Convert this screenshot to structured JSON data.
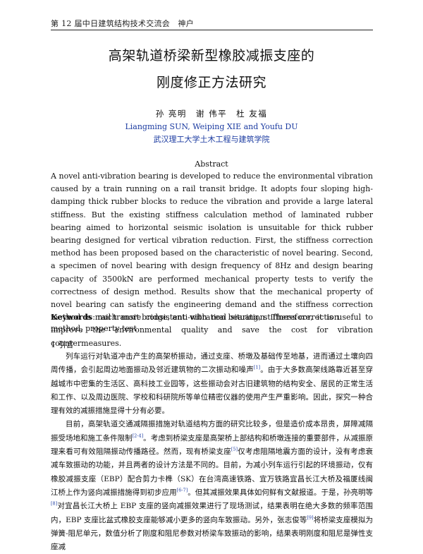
{
  "header": {
    "text": "第 12 届中日建筑结构技术交流会　神户"
  },
  "title": {
    "line1": "高架轨道桥梁新型橡胶减振支座的",
    "line2": "刚度修正方法研究"
  },
  "authors": {
    "chinese": "孙 亮明　谢 伟平　杜 友福",
    "english": "Liangming SUN, Weiping XIE and Youfu DU",
    "affiliation": "武汉理工大学土木工程与建筑学院"
  },
  "abstract": {
    "heading": "Abstract",
    "text": "A novel anti-vibration bearing is developed to reduce the environmental vibration caused by a train running on a rail transit bridge. It adopts four sloping high-damping thick rubber blocks to reduce the vibration and provide a large lateral stiffness. But the existing stiffness calculation method of laminated rubber bearing aimed to horizontal seismic isolation is unsuitable for thick rubber bearing designed for vertical vibration reduction. First, the stiffness correction method has been proposed based on the characteristic of novel bearing. Second, a specimen of novel bearing with design frequency of 8Hz and design bearing capacity of 3500kN are performed mechanical property tests to verify the correctness of design method. Results show that the mechanical property of novel bearing can satisfy the engineering demand and the stiffness correction method is much more consistent with real situation. Therefore, it is useful to improve the environmental quality and save the cost for vibration countermeasures."
  },
  "keywords": {
    "label": "Keywords",
    "text": ": rail transit bridge, anti-vibration bearing, stiffness correction method, property test"
  },
  "section1": {
    "title": "1 引言",
    "p1": {
      "a": "列车运行对轨道冲击产生的高架桥振动，通过支座、桥墩及基础传至地基，进而通过土壤向四周传播，会引起周边地面振动及邻近建筑物的二次振动和噪声",
      "c1": "[1]",
      "b": "。由于大多数高架线路靠近甚至穿越城市中密集的生活区、高科技工业园等，这些振动会对古旧建筑物的结构安全、居民的正常生活和工作、以及周边医院、学校和科研院所等单位精密仪器的使用产生严重影响。因此，探究一种合理有效的减振措施显得十分有必要。"
    },
    "p2": {
      "a": "目前，高架轨道交通减隔振措施对轨道结构方面的研究比较多，但是造价成本昂贵，屏障减隔振受场地和施工条件限制",
      "c1": "[2-4]",
      "b": "。考虑到桥梁支座是高架桥上部结构和桥墩连接的重要部件，从减振原理来看可有效阻隔振动传播路径。然而，现有桥梁支座",
      "c2": "[5]",
      "c": "仅考虑阻隔地震方面的设计，没有考虑衰减车致振动的功能，并且两者的设计方法是不同的。目前，为减小列车运行引起的环境振动，仅有橡胶减振支座（EBP）配合剪力卡榫（SK）在台湾高速铁路、宜万铁路宜昌长江大桥及福厦线闽江桥上作为竖向减振措施得到初步应用",
      "c3": "[6-7]",
      "d": "。但其减振效果具体如何鲜有文献报道。于是，孙亮明等",
      "c4": "[8]",
      "e": "对宜昌长江大桥上 EBP 支座的竖向减振效果进行了现场测试，结果表明在绝大多数的频率范围内，EBP 支座比盆式橡胶支座能够减小更多的竖向车致振动。另外，张志俊等",
      "c5": "[9]",
      "f": "将桥梁支座模拟为弹簧-阻尼单元，数值分析了刚度和阻尼参数对桥梁车致振动的影响，结果表明刚度和阻尼是弹性支座减"
    }
  }
}
